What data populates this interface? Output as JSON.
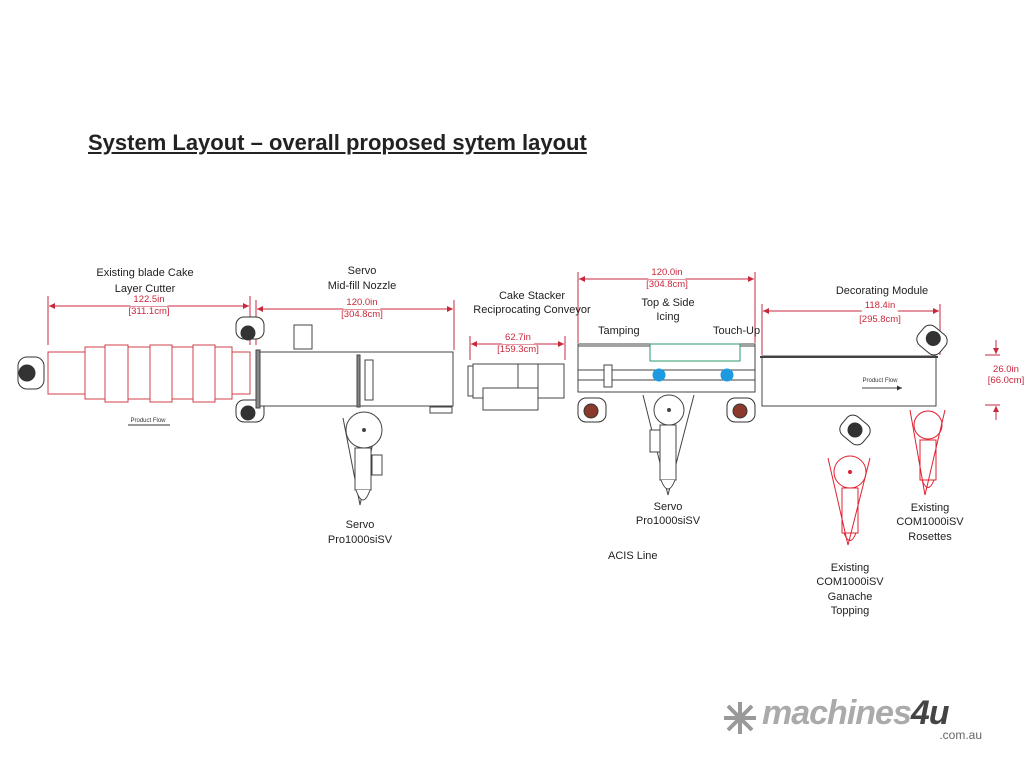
{
  "title": "System Layout – overall proposed sytem layout",
  "colors": {
    "dimension": "#c8283c",
    "existing_equipment": "#e02030",
    "icing_nozzle": "#1e9ae0",
    "operator_head": "#8a3a2a",
    "icing_belt": "#2a9a6a"
  },
  "sections": {
    "cutter": {
      "label1": "Existing  blade Cake",
      "label2": "Layer Cutter",
      "dim_in": "122.5in",
      "dim_cm": "[311.1cm]",
      "flow": "Product Flow"
    },
    "midfill": {
      "label1": "Servo",
      "label2": "Mid-fill Nozzle",
      "dim_in": "120.0in",
      "dim_cm": "[304.8cm]",
      "depositor1": "Servo",
      "depositor2": "Pro1000siSV"
    },
    "stacker": {
      "label1": "Cake Stacker",
      "label2": "Reciprocating Conveyor",
      "dim_in": "62.7in",
      "dim_cm": "[159.3cm]"
    },
    "icing": {
      "dim_in": "120.0in",
      "dim_cm": "[304.8cm]",
      "label1": "Top & Side",
      "label2": "Icing",
      "tamping": "Tamping",
      "touchup": "Touch-Up",
      "depositor1": "Servo",
      "depositor2": "Pro1000siSV",
      "line": "ACIS Line"
    },
    "decorating": {
      "label": "Decorating Module",
      "dim_in": "118.4in",
      "dim_cm": "[295.8cm]",
      "width_in": "26.0in",
      "width_cm": "[66.0cm]",
      "flow": "Product Flow",
      "rosettes": [
        "Existing",
        "COM1000iSV",
        "Rosettes"
      ],
      "ganache": [
        "Existing",
        "COM1000iSV",
        "Ganache",
        "Topping"
      ]
    }
  },
  "logo": {
    "word": "machines",
    "four": "4u",
    "domain": ".com.au"
  }
}
